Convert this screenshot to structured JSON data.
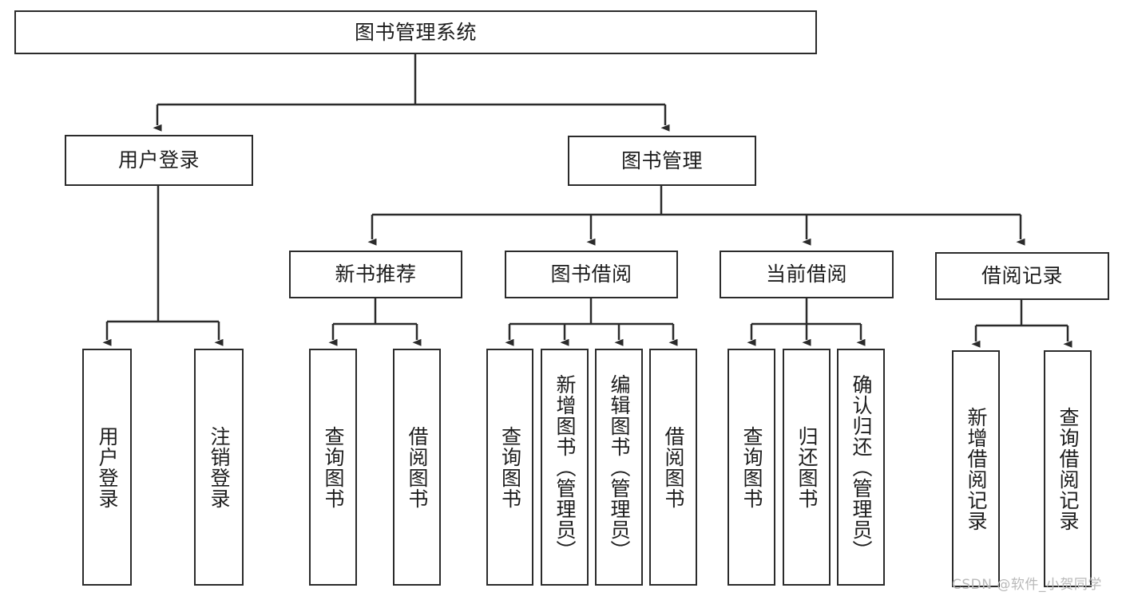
{
  "diagram": {
    "title": "图书管理系统",
    "type": "hierarchy-tree",
    "colors": {
      "border": "#2b2b2b",
      "text": "#1d1d1d",
      "background": "#ffffff",
      "watermark": "#b9b9b9"
    },
    "root": {
      "label": "图书管理系统"
    },
    "level1": [
      {
        "label": "用户登录"
      },
      {
        "label": "图书管理"
      }
    ],
    "level2": [
      {
        "label": "新书推荐"
      },
      {
        "label": "图书借阅"
      },
      {
        "label": "当前借阅"
      },
      {
        "label": "借阅记录"
      }
    ],
    "leaves": {
      "user_login": [
        {
          "label": "用户登录"
        },
        {
          "label": "注销登录"
        }
      ],
      "new_book_recommend": [
        {
          "label": "查询图书"
        },
        {
          "label": "借阅图书"
        }
      ],
      "book_borrow": [
        {
          "label": "查询图书"
        },
        {
          "label": "新增图书（管理员）"
        },
        {
          "label": "编辑图书（管理员）"
        },
        {
          "label": "借阅图书"
        }
      ],
      "current_borrow": [
        {
          "label": "查询图书"
        },
        {
          "label": "归还图书"
        },
        {
          "label": "确认归还（管理员）"
        }
      ],
      "borrow_records": [
        {
          "label": "新增借阅记录"
        },
        {
          "label": "查询借阅记录"
        }
      ]
    }
  },
  "watermark": {
    "text": "CSDN @软件_小贺同学"
  }
}
